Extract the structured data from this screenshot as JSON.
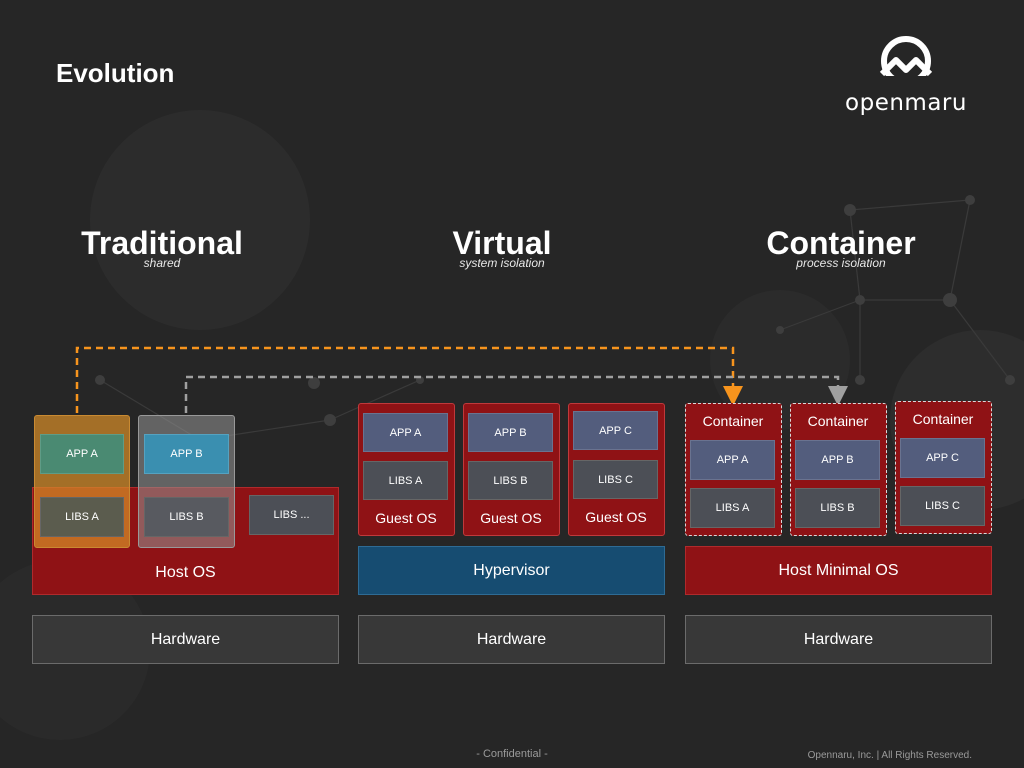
{
  "slide": {
    "title": "Evolution",
    "logo_text": "openmaru",
    "footer_center": "- Confidential -",
    "footer_right": "Opennaru, Inc. | All Rights Reserved."
  },
  "columns": {
    "traditional": {
      "title": "Traditional",
      "subtitle": "shared",
      "app_a": "APP A",
      "app_b": "APP B",
      "libs_a": "LIBS A",
      "libs_b": "LIBS B",
      "libs_more": "LIBS ...",
      "host_os": "Host OS",
      "hardware": "Hardware"
    },
    "virtual": {
      "title": "Virtual",
      "subtitle": "system isolation",
      "vms": [
        {
          "app": "APP A",
          "libs": "LIBS A",
          "os": "Guest OS"
        },
        {
          "app": "APP B",
          "libs": "LIBS B",
          "os": "Guest OS"
        },
        {
          "app": "APP C",
          "libs": "LIBS C",
          "os": "Guest OS"
        }
      ],
      "hypervisor": "Hypervisor",
      "hardware": "Hardware"
    },
    "container": {
      "title": "Container",
      "subtitle": "process isolation",
      "containers": [
        {
          "label": "Container",
          "app": "APP A",
          "libs": "LIBS A"
        },
        {
          "label": "Container",
          "app": "APP B",
          "libs": "LIBS B"
        },
        {
          "label": "Container",
          "app": "APP C",
          "libs": "LIBS C"
        }
      ],
      "host_os": "Host Minimal OS",
      "hardware": "Hardware"
    }
  },
  "colors": {
    "background": "#262626",
    "os_red": "#8f1215",
    "hypervisor_blue": "#164c71",
    "arrow_orange": "#f7941d",
    "arrow_gray": "#a0a0a0",
    "app_a_green": "#4a8a72",
    "app_b_cyan": "#3a8fb0",
    "overlay_orange": "#e87a1a",
    "overlay_gray": "#8a8a8a"
  },
  "icons": {
    "logo": "openmaru-mountain-logo"
  }
}
